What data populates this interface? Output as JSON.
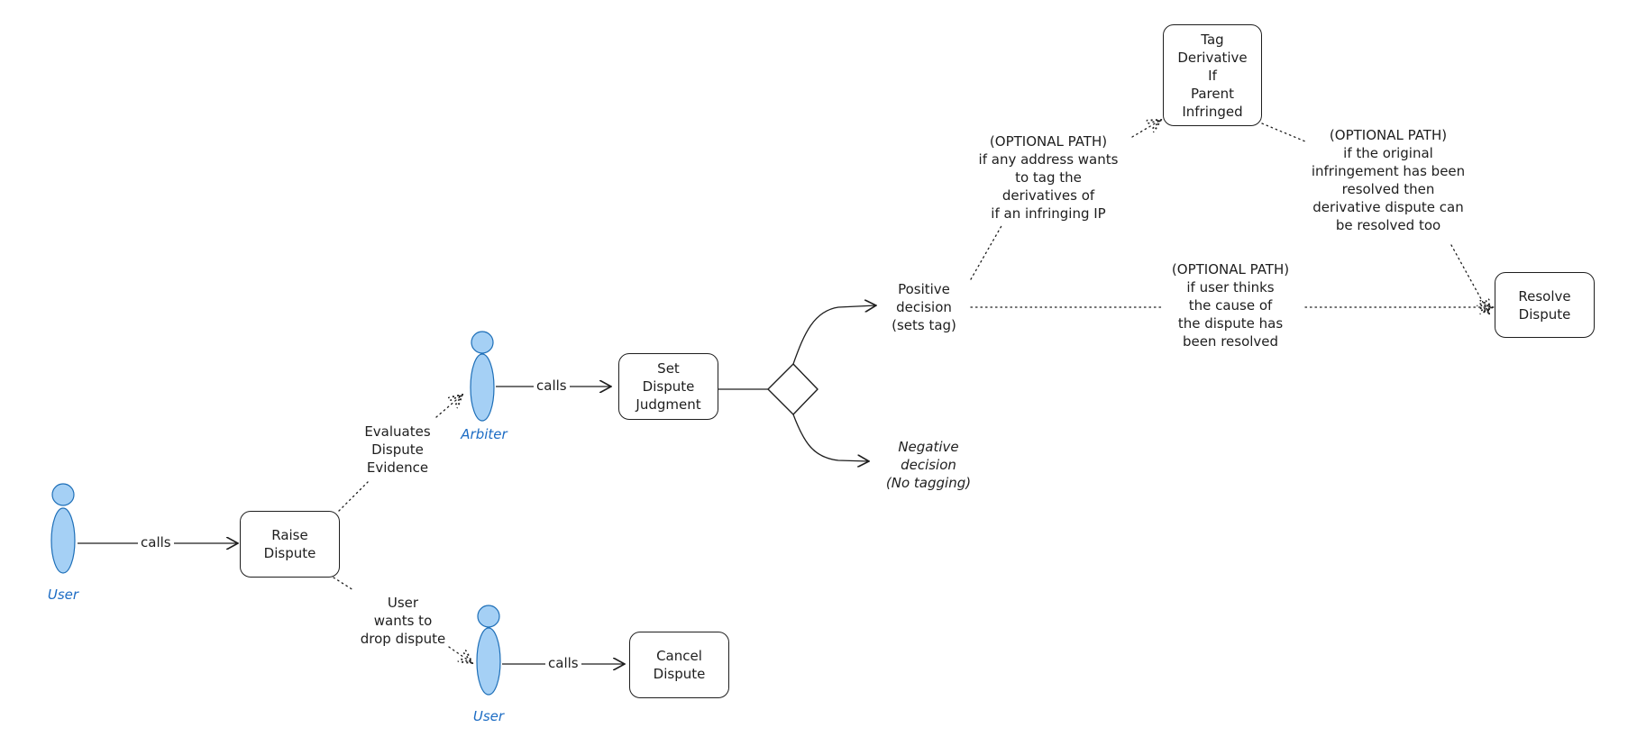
{
  "theme": {
    "actor_fill": "#a5d0f5",
    "actor_stroke": "#1e6fb8",
    "actor_label_color": "#1c6cc4",
    "line_color": "#1e1e1e"
  },
  "actors": {
    "user_main": {
      "label": "User"
    },
    "arbiter": {
      "label": "Arbiter"
    },
    "user_cancel": {
      "label": "User"
    }
  },
  "nodes": {
    "raise_dispute": "Raise\nDispute",
    "set_dispute_judgment": "Set\nDispute\nJudgment",
    "cancel_dispute": "Cancel\nDispute",
    "tag_derivative": "Tag\nDerivative\nIf\nParent\nInfringed",
    "resolve_dispute": "Resolve\nDispute"
  },
  "edges": {
    "user_to_raise": "calls",
    "arbiter_to_judgment": "calls",
    "user_to_cancel": "calls"
  },
  "annotations": {
    "evaluates_evidence": "Evaluates\nDispute\nEvidence",
    "user_wants_drop": "User\nwants to\ndrop dispute",
    "positive_decision": "Positive\ndecision\n(sets tag)",
    "negative_decision": "Negative\ndecision\n(No tagging)",
    "optional_tag": "(OPTIONAL PATH)\nif any address wants\nto tag the\nderivatives of\nif an infringing IP",
    "optional_resolve_derivative": "(OPTIONAL PATH)\nif the original\ninfringement has been\nresolved then\nderivative dispute can\nbe resolved too",
    "optional_resolve_user": "(OPTIONAL PATH)\nif user thinks\nthe cause of\nthe dispute has\nbeen resolved"
  }
}
